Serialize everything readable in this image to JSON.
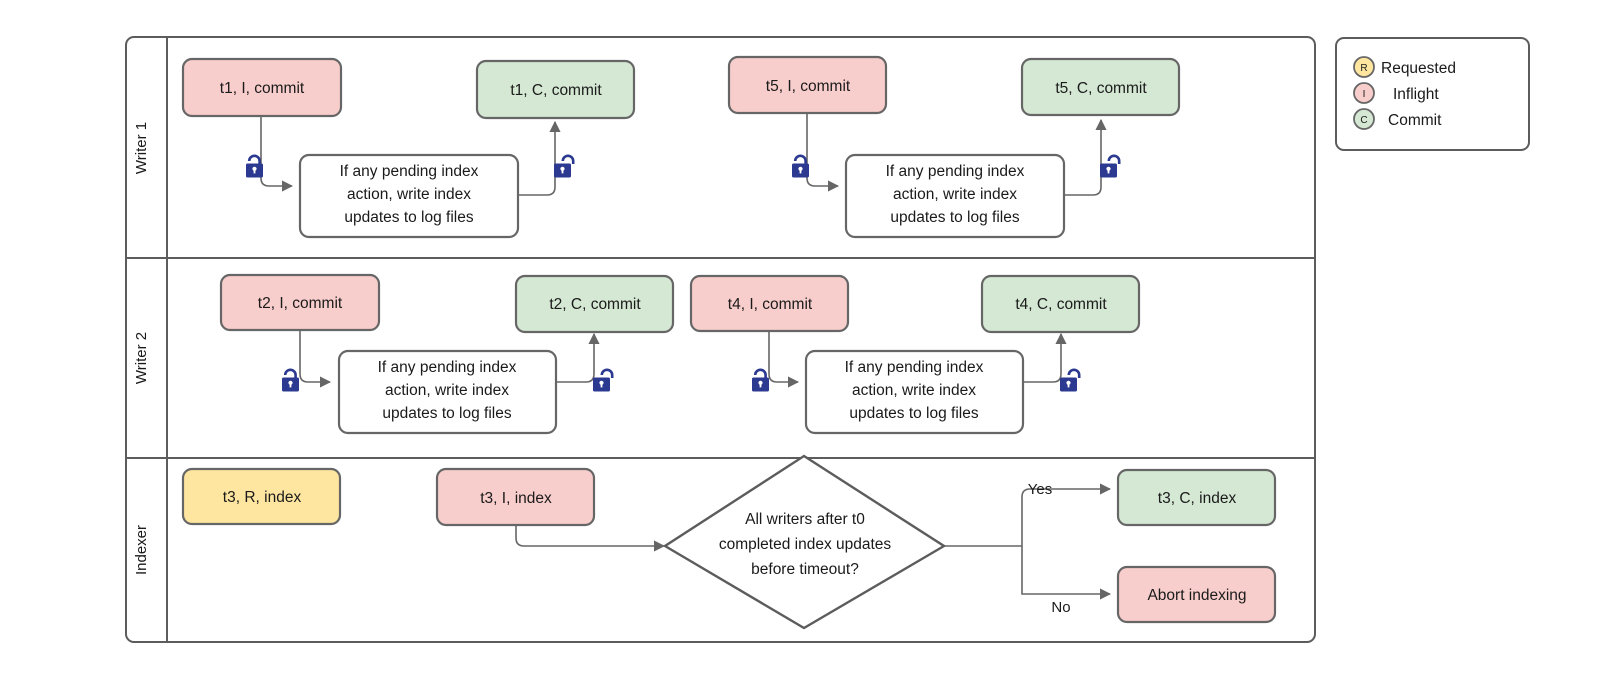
{
  "diagram": {
    "title": "Writer / Indexer transaction lane diagram",
    "colors": {
      "pink": "#f8cecc",
      "green": "#d5e8d4",
      "yellow": "#ffe6a0",
      "white": "#ffffff",
      "border": "#666666",
      "frame": "#5c5c5c",
      "lock": "#2b3990"
    },
    "lanes": [
      {
        "id": "writer1",
        "label": "Writer 1"
      },
      {
        "id": "writer2",
        "label": "Writer 2"
      },
      {
        "id": "indexer",
        "label": "Indexer"
      }
    ],
    "shared": {
      "index_action_line1": "If any pending index",
      "index_action_line2": "action, write index",
      "index_action_line3": "updates to log files"
    },
    "writer1": {
      "t1_inflight": "t1, I, commit",
      "t1_commit": "t1, C, commit",
      "t5_inflight": "t5, I, commit",
      "t5_commit": "t5, C, commit",
      "lock_left_1": "lock-closed-icon",
      "lock_right_1": "lock-open-icon",
      "lock_left_2": "lock-closed-icon",
      "lock_right_2": "lock-open-icon"
    },
    "writer2": {
      "t2_inflight": "t2, I, commit",
      "t2_commit": "t2, C, commit",
      "t4_inflight": "t4, I, commit",
      "t4_commit": "t4, C, commit",
      "lock_left_1": "lock-closed-icon",
      "lock_right_1": "lock-open-icon",
      "lock_left_2": "lock-closed-icon",
      "lock_right_2": "lock-open-icon"
    },
    "indexer": {
      "t3_requested": "t3, R, index",
      "t3_inflight": "t3, I, index",
      "decision_line1": "All writers after t0",
      "decision_line2": "completed index updates",
      "decision_line3": "before timeout?",
      "yes_label": "Yes",
      "no_label": "No",
      "t3_commit": "t3, C, index",
      "abort": "Abort indexing"
    },
    "legend": {
      "items": [
        {
          "letter": "R",
          "label": "Requested",
          "color": "#ffe6a0"
        },
        {
          "letter": "I",
          "label": "Inflight",
          "color": "#f8cecc"
        },
        {
          "letter": "C",
          "label": "Commit",
          "color": "#d5e8d4"
        }
      ]
    }
  }
}
